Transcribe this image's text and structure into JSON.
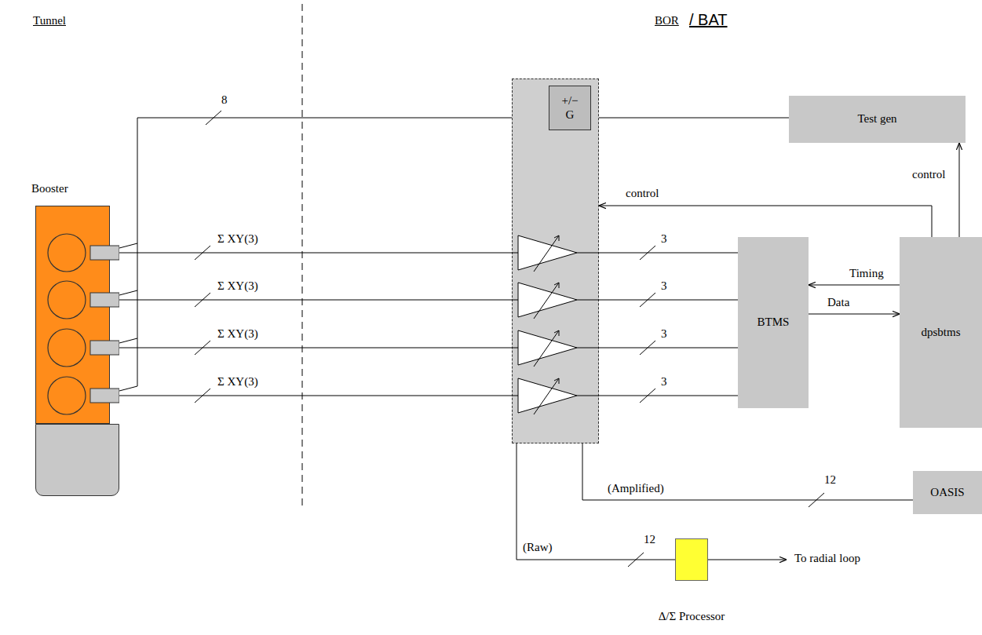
{
  "diagram": {
    "nodes": [
      {
        "text": [
          "Booster"
        ]
      },
      {
        "text": []
      },
      {
        "text": [
          "+/−",
          "G"
        ],
        "in": 1
      },
      {
        "text": [
          "Test gen"
        ]
      },
      {
        "text": [
          "BTMS"
        ]
      },
      {
        "text": [
          "dpsbtms"
        ]
      },
      {
        "text": [
          "OASIS"
        ]
      },
      {
        "text": [
          "Δ/Σ Processor"
        ]
      }
    ],
    "edges": [
      {
        "from": 0,
        "to": 2,
        "arrow": "none",
        "label": "8"
      },
      {
        "from": 3,
        "to": 2,
        "arrow": "none"
      },
      {
        "from": 0,
        "to": 1,
        "arrow": "none",
        "label": "Σ XY(3)"
      },
      {
        "from": 0,
        "to": 1,
        "arrow": "none",
        "label": "Σ XY(3)"
      },
      {
        "from": 0,
        "to": 1,
        "arrow": "none",
        "label": "Σ XY(3)"
      },
      {
        "from": 0,
        "to": 1,
        "arrow": "none",
        "label": "Σ XY(3)"
      },
      {
        "from": 1,
        "to": 4,
        "arrow": "none",
        "label": "3"
      },
      {
        "from": 1,
        "to": 4,
        "arrow": "none",
        "label": "3"
      },
      {
        "from": 1,
        "to": 4,
        "arrow": "none",
        "label": "3"
      },
      {
        "from": 1,
        "to": 4,
        "arrow": "none",
        "label": "3"
      },
      {
        "from": 5,
        "to": 1,
        "arrow": "to",
        "label": "control"
      },
      {
        "from": 5,
        "to": 3,
        "arrow": "to",
        "label": "control"
      },
      {
        "from": 5,
        "to": 4,
        "arrow": "to",
        "label": "Timing"
      },
      {
        "from": 4,
        "to": 5,
        "arrow": "to",
        "label": "Data"
      },
      {
        "from": 1,
        "to": 6,
        "arrow": "none",
        "label": "(Amplified)"
      },
      {
        "from": 1,
        "to": 7,
        "arrow": "none",
        "label": "(Raw)"
      }
    ],
    "labels": [
      "Tunnel",
      "BOR",
      "/ BAT",
      "12",
      "12",
      "To radial loop"
    ]
  }
}
